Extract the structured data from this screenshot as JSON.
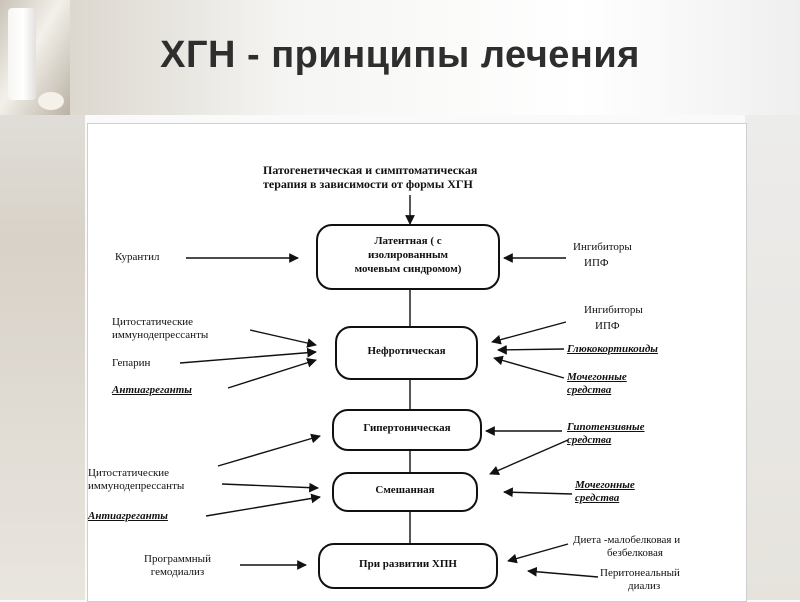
{
  "title": "ХГН - принципы лечения",
  "diagram": {
    "top_label": [
      "Патогенетическая и симптоматическая",
      "терапия в зависимости от формы ХГН"
    ],
    "forms": {
      "latent": [
        "Латентная ( с",
        "изолированным",
        "мочевым синдромом)"
      ],
      "nephrotic": "Нефротическая",
      "hypertonic": "Гипертоническая",
      "mixed": "Смешанная",
      "chpn": "При развитии ХПН"
    },
    "therapies": {
      "kurantil": "Курантил",
      "ipf_1": [
        "Ингибиторы",
        "ИПФ"
      ],
      "ipf_2": [
        "Ингибиторы",
        "ИПФ"
      ],
      "cytostatic_1": [
        "Цитостатические",
        "иммунодепрессанты"
      ],
      "heparin": "Гепарин",
      "antiaggregants_1": "Антиагреганты",
      "glucocorticoids": "Глюкокортикоиды",
      "diuretics_1": [
        "Мочегонные",
        "средства"
      ],
      "hypotensive": [
        "Гипотензивные",
        "средства"
      ],
      "cytostatic_2": [
        "Цитостатические",
        "иммунодепрессанты"
      ],
      "antiaggregants_2": "Антиагреганты",
      "diuretics_2": [
        "Мочегонные",
        "средства"
      ],
      "hemodialysis": [
        "Программный",
        "гемодиализ"
      ],
      "diet": [
        "Диета -малобелковая и",
        "безбелковая"
      ],
      "peritoneal": [
        "Перитонеальный",
        "диализ"
      ]
    }
  }
}
